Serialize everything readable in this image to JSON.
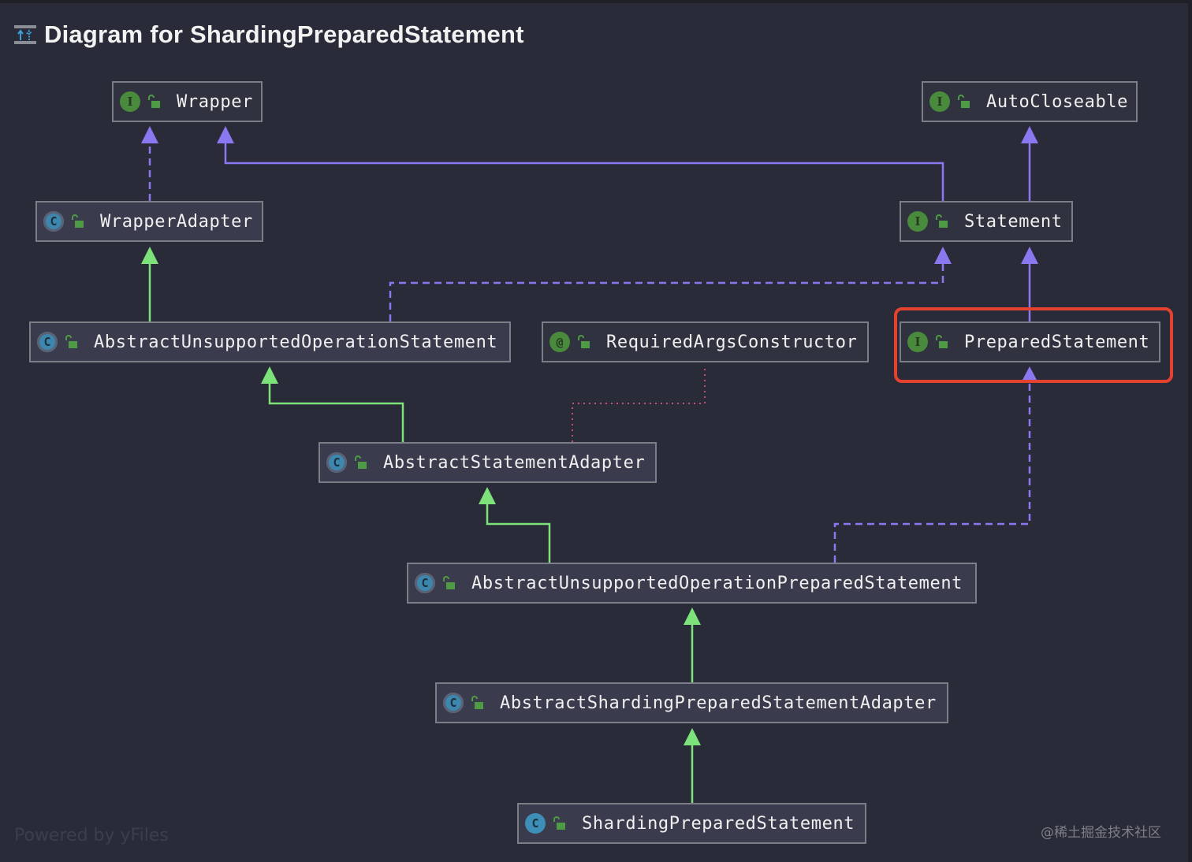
{
  "title": "Diagram for ShardingPreparedStatement",
  "colors": {
    "background": "#2a2b38",
    "node_fill": "#3a3c4d",
    "node_border": "#7c7e87",
    "implements_edge": "#8a78f0",
    "extends_edge": "#7ee27a",
    "annotation_edge": "#c0507a",
    "highlight": "#e5412f"
  },
  "nodes": [
    {
      "id": "wrapper",
      "label": "Wrapper",
      "kind": "interface",
      "badge": "I"
    },
    {
      "id": "autocloseable",
      "label": "AutoCloseable",
      "kind": "interface",
      "badge": "I"
    },
    {
      "id": "wrapperadapter",
      "label": "WrapperAdapter",
      "kind": "abstract-class",
      "badge": "C"
    },
    {
      "id": "statement",
      "label": "Statement",
      "kind": "interface",
      "badge": "I"
    },
    {
      "id": "abstractunsupportedoperationstatement",
      "label": "AbstractUnsupportedOperationStatement",
      "kind": "abstract-class",
      "badge": "C"
    },
    {
      "id": "requiredargsconstructor",
      "label": "RequiredArgsConstructor",
      "kind": "annotation",
      "badge": "@"
    },
    {
      "id": "preparedstatement",
      "label": "PreparedStatement",
      "kind": "interface",
      "badge": "I",
      "highlighted": true
    },
    {
      "id": "abstractstatementadapter",
      "label": "AbstractStatementAdapter",
      "kind": "abstract-class",
      "badge": "C"
    },
    {
      "id": "abstractunsupportedoperationpreparedstatement",
      "label": "AbstractUnsupportedOperationPreparedStatement",
      "kind": "abstract-class",
      "badge": "C"
    },
    {
      "id": "abstractshardingpreparedstatementadapter",
      "label": "AbstractShardingPreparedStatementAdapter",
      "kind": "abstract-class",
      "badge": "C"
    },
    {
      "id": "shardingpreparedstatement",
      "label": "ShardingPreparedStatement",
      "kind": "class",
      "badge": "C"
    }
  ],
  "edges": [
    {
      "from": "WrapperAdapter",
      "to": "Wrapper",
      "type": "implements"
    },
    {
      "from": "Statement",
      "to": "Wrapper",
      "type": "extends-interface"
    },
    {
      "from": "Statement",
      "to": "AutoCloseable",
      "type": "extends-interface"
    },
    {
      "from": "AbstractUnsupportedOperationStatement",
      "to": "WrapperAdapter",
      "type": "extends"
    },
    {
      "from": "AbstractUnsupportedOperationStatement",
      "to": "Statement",
      "type": "implements"
    },
    {
      "from": "PreparedStatement",
      "to": "Statement",
      "type": "extends-interface"
    },
    {
      "from": "AbstractStatementAdapter",
      "to": "AbstractUnsupportedOperationStatement",
      "type": "extends"
    },
    {
      "from": "AbstractStatementAdapter",
      "to": "RequiredArgsConstructor",
      "type": "annotated"
    },
    {
      "from": "AbstractUnsupportedOperationPreparedStatement",
      "to": "AbstractStatementAdapter",
      "type": "extends"
    },
    {
      "from": "AbstractUnsupportedOperationPreparedStatement",
      "to": "PreparedStatement",
      "type": "implements"
    },
    {
      "from": "AbstractShardingPreparedStatementAdapter",
      "to": "AbstractUnsupportedOperationPreparedStatement",
      "type": "extends"
    },
    {
      "from": "ShardingPreparedStatement",
      "to": "AbstractShardingPreparedStatementAdapter",
      "type": "extends"
    }
  ],
  "footer": {
    "powered_by": "Powered by yFiles",
    "watermark": "@稀土掘金技术社区"
  }
}
